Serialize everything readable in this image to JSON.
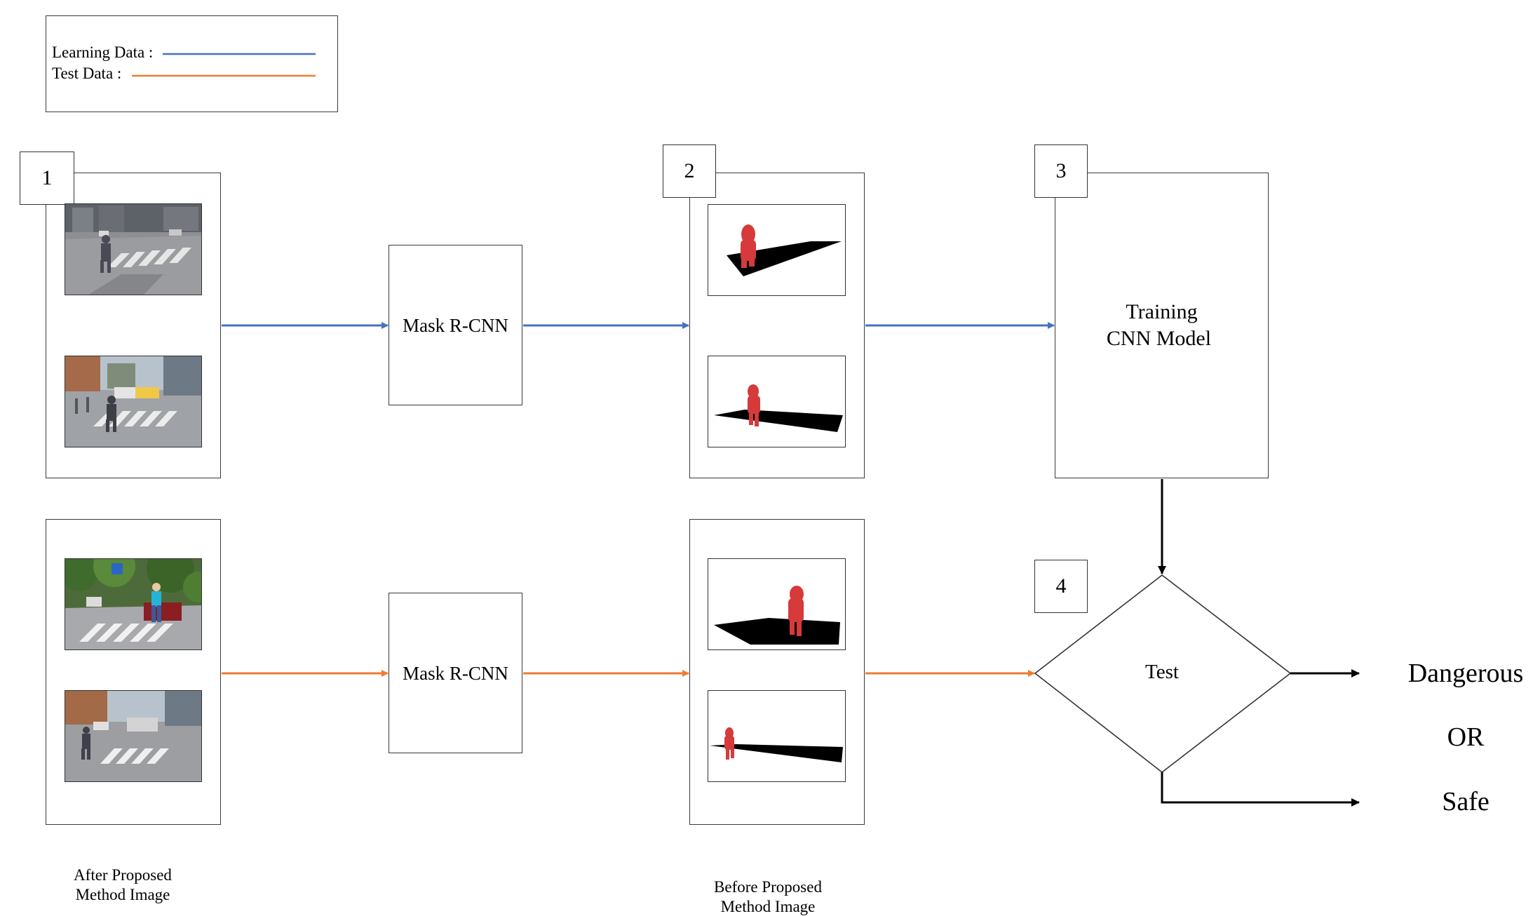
{
  "legend": {
    "learning_label": "Learning Data :",
    "test_label": "Test Data :"
  },
  "colors": {
    "learning": "#4472c4",
    "test": "#ed7d31",
    "flow": "#000000",
    "mask_figure": "#d63a3a",
    "mask_floor": "#000000"
  },
  "steps": {
    "step1": "1",
    "step2": "2",
    "step3": "3",
    "step4": "4"
  },
  "nodes": {
    "mask_rcnn_top": "Mask R-CNN",
    "mask_rcnn_bottom": "Mask R-CNN",
    "training_line1": "Training",
    "training_line2": "CNN Model",
    "test": "Test"
  },
  "outputs": {
    "dangerous": "Dangerous",
    "or": "OR",
    "safe": "Safe"
  },
  "captions": {
    "after_line1": "After Proposed",
    "after_line2": "Method Image",
    "before_line1": "Before Proposed",
    "before_line2": "Method Image"
  },
  "icons": {
    "photos": "street-crossing-photo",
    "masks": "segmentation-mask-image"
  }
}
